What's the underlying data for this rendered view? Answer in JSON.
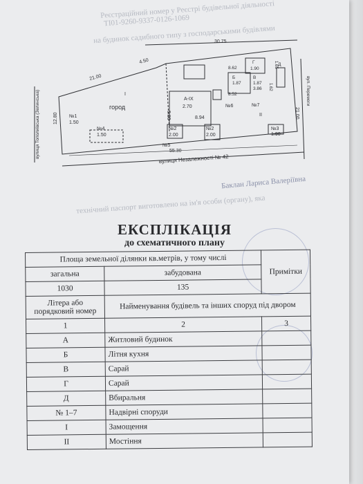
{
  "plan": {
    "dim_top": "30.75",
    "dim_left_top": "21.00",
    "dim_4_50": "4.50",
    "dim_left": "12.80",
    "garden": "город",
    "street_left": "вулиця Тополиівська (Зелинська)",
    "street_bottom": "вулиця Незалежності № 42",
    "street_right": "вул. Перемоги",
    "dim_bottom": "55.30",
    "dim_right": "21.00",
    "house_label": "А-IХ",
    "house_w": "2.70",
    "house_side": "9.80",
    "d_894": "8.94",
    "d_862": "8.62",
    "d_852": "8.52",
    "b_label": "Б",
    "b_val": "1.87",
    "v_label": "В",
    "v_val": "1.87",
    "g_label": "Г",
    "g_val": "1.90",
    "d_label": "Д",
    "d_386": "3.86",
    "d_162": "1.62",
    "d_165": "1.65",
    "n4": "№4",
    "n4v": "1.50",
    "n2a": "№2",
    "n2av": "2.00",
    "n2b": "№2",
    "n2bv": "2.00",
    "n3": "№3",
    "n3v": "1.90",
    "n5": "№5",
    "n6": "№6",
    "n7": "№7",
    "n1": "№1",
    "n1v": "1.50",
    "roman1": "I",
    "roman2": "II"
  },
  "title": "ЕКСПЛІКАЦІЯ",
  "subtitle": "до схематичного плану",
  "table": {
    "area_header": "Площа земельної ділянки кв.метрів, у тому числі",
    "total_label": "загальна",
    "built_label": "забудована",
    "total_value": "1030",
    "built_value": "135",
    "notes_header": "Примітки",
    "litera_header": "Літера або порядковий номер",
    "name_header": "Найменування будівель та інших споруд під двором",
    "col1": "1",
    "col2": "2",
    "col3": "3",
    "rows": [
      {
        "code": "А",
        "name": "Житловий будинок"
      },
      {
        "code": "Б",
        "name": "Літня кухня"
      },
      {
        "code": "В",
        "name": "Сарай"
      },
      {
        "code": "Г",
        "name": "Сарай"
      },
      {
        "code": "Д",
        "name": "Вбиральня"
      },
      {
        "code": "№ 1–7",
        "name": "Надвірні споруди"
      },
      {
        "code": "І",
        "name": "Замощення"
      },
      {
        "code": "ІІ",
        "name": "Мостіння"
      }
    ]
  },
  "handwritten": "Баклан Лариса Валеріївна"
}
